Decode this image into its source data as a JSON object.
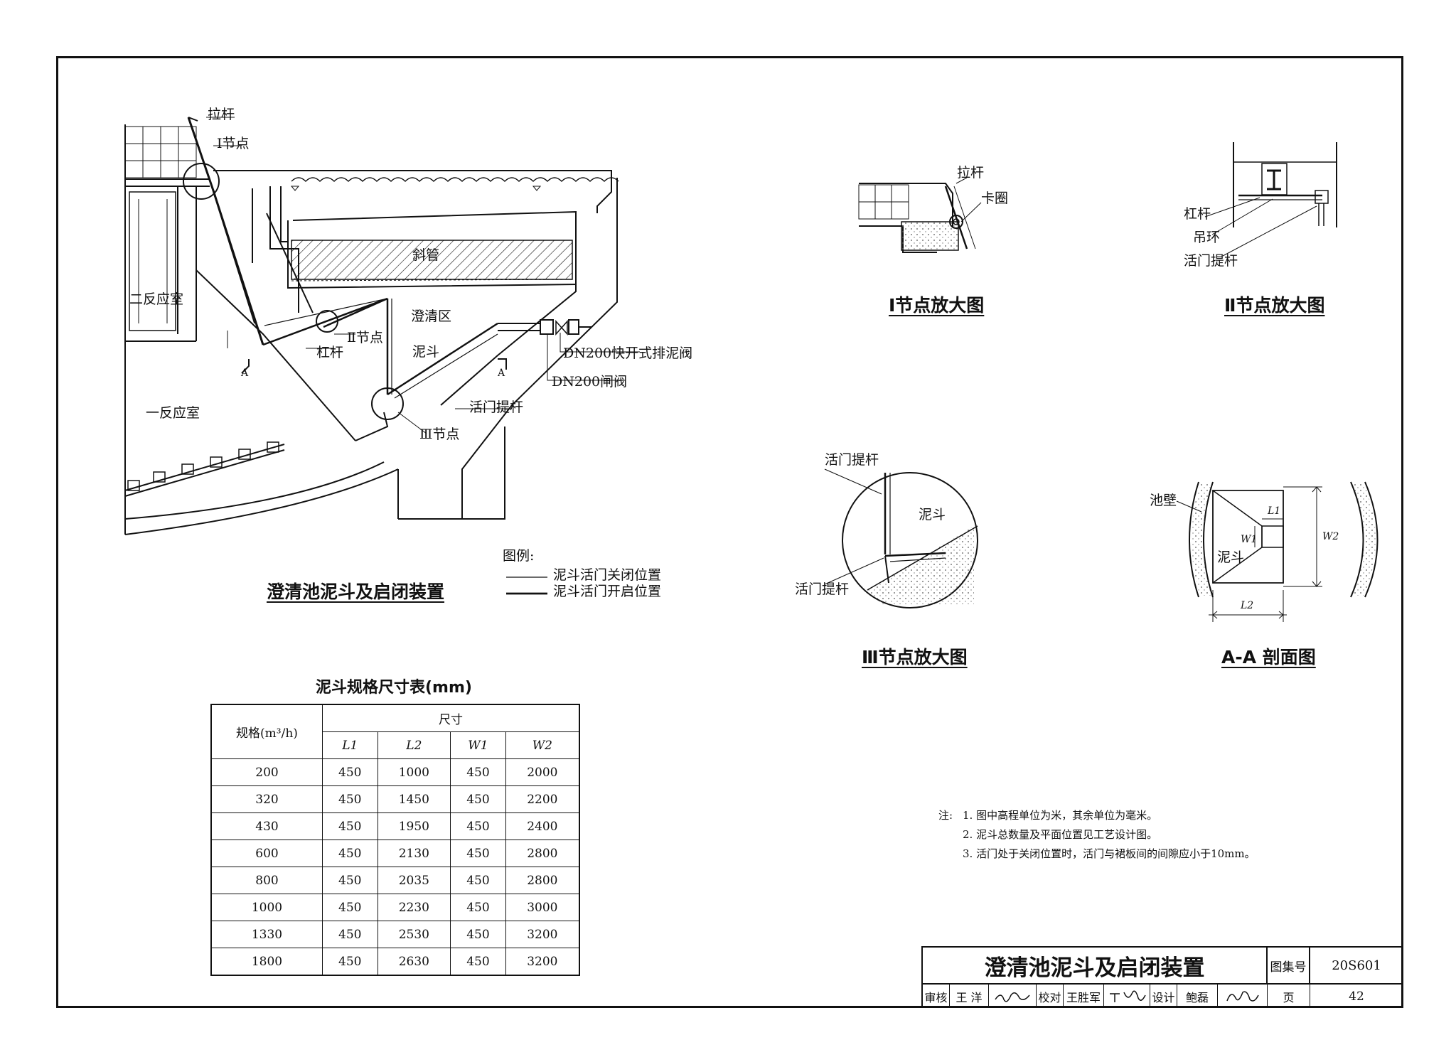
{
  "main_drawing": {
    "title": "澄清池泥斗及启闭装置",
    "labels": {
      "pull_rod": "拉杆",
      "node_1": "Ⅰ节点",
      "node_2": "Ⅱ节点",
      "node_3": "Ⅲ节点",
      "inclined_tube": "斜管",
      "clarify_zone": "澄清区",
      "sludge_hopper": "泥斗",
      "second_reaction": "二反应室",
      "first_reaction": "一反应室",
      "lever": "杠杆",
      "gate_lift_rod": "活门提杆",
      "valve_fast": "DN200快开式排泥阀",
      "valve_gate": "DN200闸阀",
      "section_a_left": "A",
      "section_a_right": "A"
    },
    "legend": {
      "title": "图例:",
      "closed": "泥斗活门关闭位置",
      "open": "泥斗活门开启位置"
    }
  },
  "detail_1": {
    "title": "Ⅰ节点放大图",
    "pull_rod": "拉杆",
    "clamp": "卡圈"
  },
  "detail_2": {
    "title": "Ⅱ节点放大图",
    "lever": "杠杆",
    "hanging_ring": "吊环",
    "gate_lift_rod": "活门提杆"
  },
  "detail_3": {
    "title": "Ⅲ节点放大图",
    "gate_lift_rod_top": "活门提杆",
    "sludge_hopper": "泥斗",
    "gate_lift_rod_bottom": "活门提杆"
  },
  "section_aa": {
    "title": "A-A 剖面图",
    "pool_wall": "池壁",
    "sludge_hopper": "泥斗",
    "dim_l1": "L1",
    "dim_l2": "L2",
    "dim_w1": "W1",
    "dim_w2": "W2"
  },
  "spec_table": {
    "title": "泥斗规格尺寸表(mm)",
    "col_spec": "规格(m³/h)",
    "col_size": "尺寸",
    "sub_headers": [
      "L1",
      "L2",
      "W1",
      "W2"
    ],
    "rows": [
      [
        "200",
        "450",
        "1000",
        "450",
        "2000"
      ],
      [
        "320",
        "450",
        "1450",
        "450",
        "2200"
      ],
      [
        "430",
        "450",
        "1950",
        "450",
        "2400"
      ],
      [
        "600",
        "450",
        "2130",
        "450",
        "2800"
      ],
      [
        "800",
        "450",
        "2035",
        "450",
        "2800"
      ],
      [
        "1000",
        "450",
        "2230",
        "450",
        "3000"
      ],
      [
        "1330",
        "450",
        "2530",
        "450",
        "3200"
      ],
      [
        "1800",
        "450",
        "2630",
        "450",
        "3200"
      ]
    ]
  },
  "notes": {
    "prefix": "注:",
    "items": [
      "1.  图中高程单位为米，其余单位为毫米。",
      "2.  泥斗总数量及平面位置见工艺设计图。",
      "3.  活门处于关闭位置时，活门与裙板间的间隙应小于10mm。"
    ]
  },
  "title_block": {
    "title": "澄清池泥斗及启闭装置",
    "atlas_label": "图集号",
    "atlas_no": "20S601",
    "review_label": "审核",
    "reviewer": "王 洋",
    "check_label": "校对",
    "checker": "王胜军",
    "design_label": "设计",
    "designer": "鲍磊",
    "page_label": "页",
    "page_no": "42"
  }
}
